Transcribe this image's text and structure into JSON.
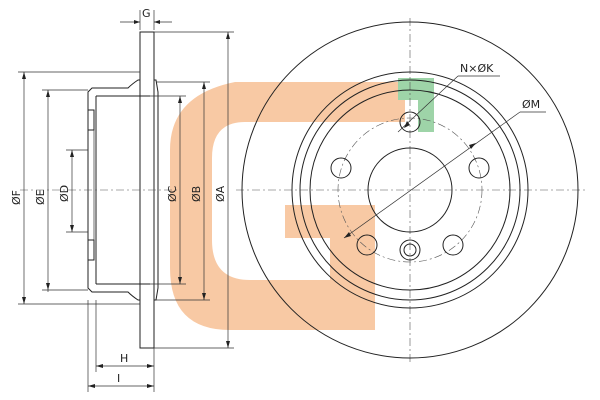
{
  "diagram": {
    "labels": {
      "G": "G",
      "F": "ØF",
      "E": "ØE",
      "D": "ØD",
      "C": "ØC",
      "B": "ØB",
      "A": "ØA",
      "H": "H",
      "I": "I",
      "NK": "N×ØK",
      "M": "ØM"
    },
    "colors": {
      "brand_orange": "#f8c9a4",
      "brand_green": "#9ed4a8",
      "line": "#222222"
    },
    "icons": [
      "brand-logo-watermark"
    ]
  }
}
